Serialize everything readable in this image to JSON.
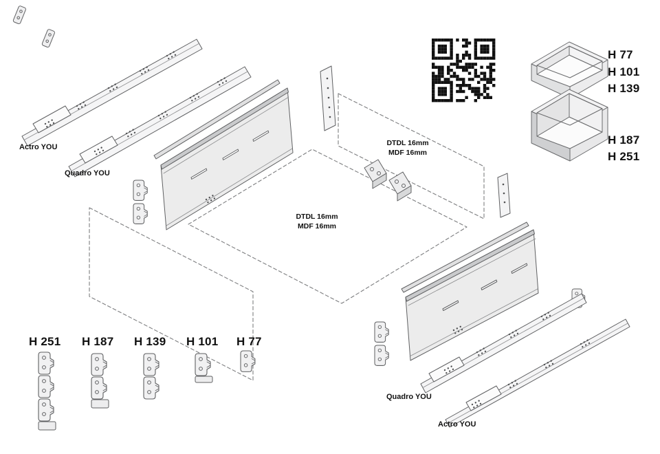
{
  "page": {
    "background": "#ffffff"
  },
  "colors": {
    "line": "#5f6062",
    "line_light": "#8a8b8d",
    "panel_fill": "#ececec",
    "panel_band": "#c9cacc",
    "text": "#111111",
    "qr": "#111111"
  },
  "diagram": {
    "runners_top": {
      "actro": "Actro YOU",
      "quadro": "Quadro YOU"
    },
    "runners_bottom": {
      "quadro": "Quadro YOU",
      "actro": "Actro YOU"
    },
    "back_panel_material": {
      "line1": "DTDL 16mm",
      "line2": "MDF 16mm"
    },
    "bottom_panel_material": {
      "line1": "DTDL 16mm",
      "line2": "MDF 16mm"
    },
    "drawer_heights_shallow": [
      "H 77",
      "H 101",
      "H 139"
    ],
    "drawer_heights_deep": [
      "H 187",
      "H 251"
    ],
    "front_bracket_heights": [
      "H 251",
      "H 187",
      "H 139",
      "H 101",
      "H 77"
    ],
    "qr_code": "qr-code"
  }
}
